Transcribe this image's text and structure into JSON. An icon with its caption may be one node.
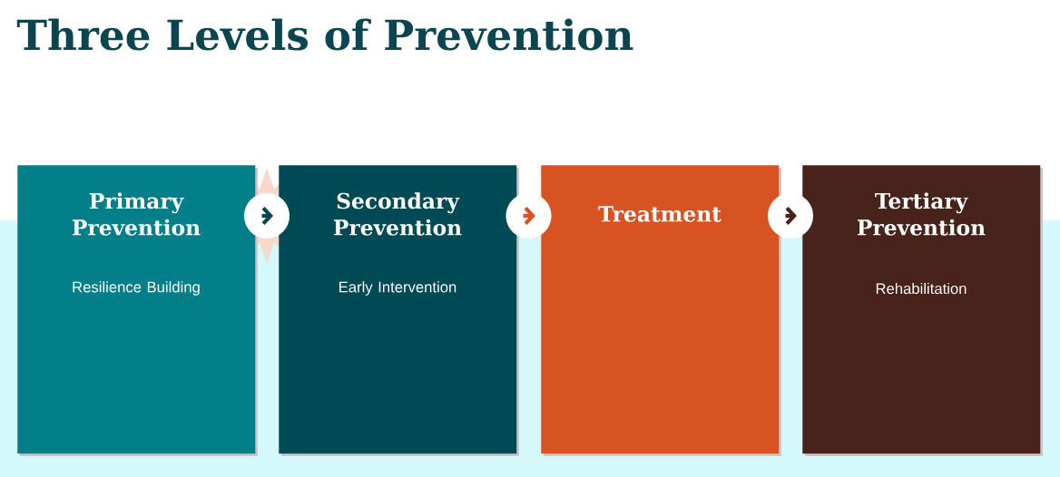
{
  "diagram": {
    "title": "Three Levels of Prevention",
    "nodes": [
      {
        "text": [
          "Primary Prevention",
          "Resilience Building"
        ]
      },
      {
        "text": [
          "Secondary Prevention",
          "Early Intervention"
        ]
      },
      {
        "text": [
          "Treatment"
        ]
      },
      {
        "text": [
          "Tertiary Prevention",
          "Rehabilitation"
        ]
      }
    ],
    "edges": [
      {
        "from": 0,
        "to": 1,
        "arrow": "to",
        "color": "#0b4650"
      },
      {
        "from": 1,
        "to": 2,
        "arrow": "to",
        "color": "#d85322"
      },
      {
        "from": 2,
        "to": 3,
        "arrow": "to",
        "color": "#47231b"
      }
    ]
  }
}
